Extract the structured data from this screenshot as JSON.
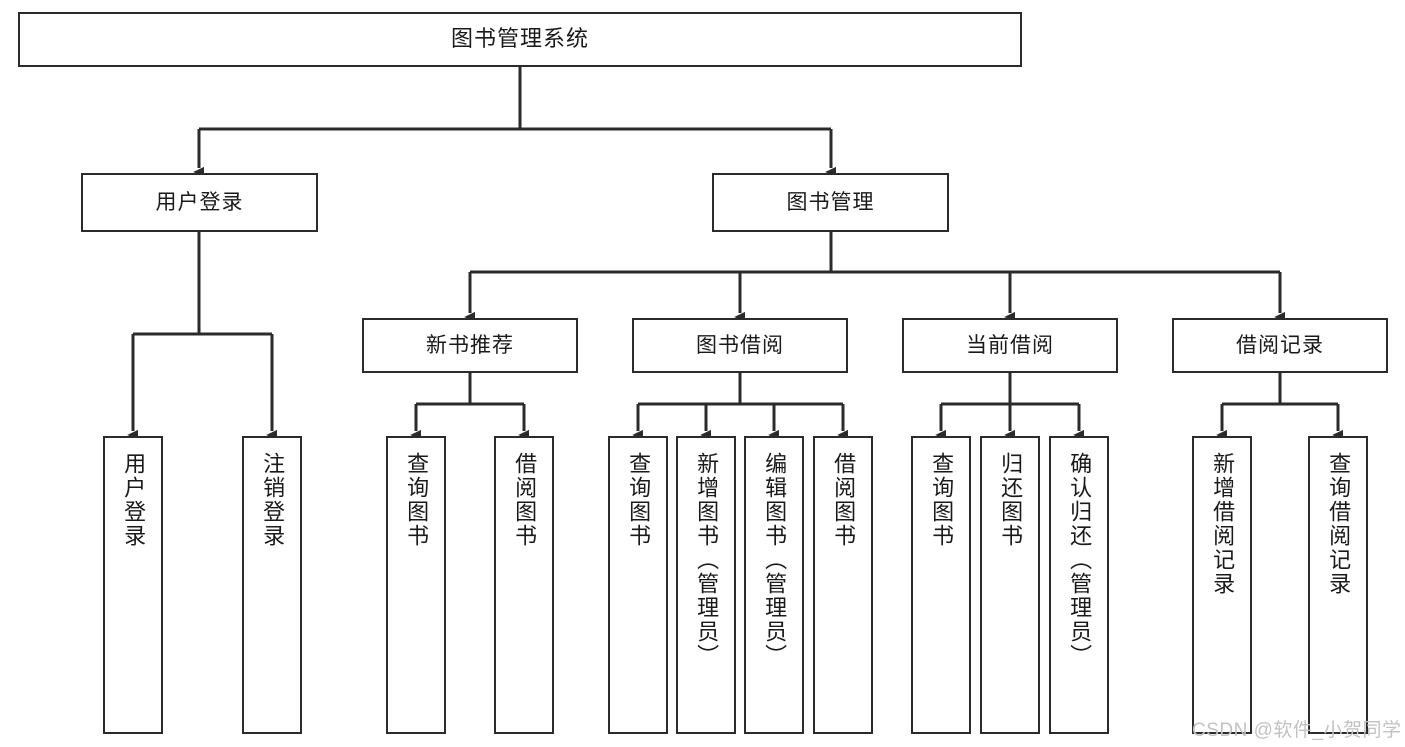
{
  "diagram": {
    "title": "图书管理系统",
    "type": "tree",
    "orientation": "top-down",
    "colors": {
      "box_border": "#2b2b2b",
      "box_fill": "#ffffff",
      "edge": "#2b2b2b",
      "text": "#1a1a1a",
      "watermark": "#c2c2c2",
      "background": "#ffffff"
    }
  },
  "nodes": {
    "root": {
      "label": "图书管理系统",
      "level": 1,
      "orientation": "horizontal"
    },
    "l2": [
      {
        "id": "user-login",
        "label": "用户登录",
        "level": 2,
        "orientation": "horizontal"
      },
      {
        "id": "book-manage",
        "label": "图书管理",
        "level": 2,
        "orientation": "horizontal"
      }
    ],
    "l3": [
      {
        "id": "new-book-rec",
        "label": "新书推荐",
        "level": 3,
        "orientation": "horizontal"
      },
      {
        "id": "book-borrow",
        "label": "图书借阅",
        "level": 3,
        "orientation": "horizontal"
      },
      {
        "id": "current-borrow",
        "label": "当前借阅",
        "level": 3,
        "orientation": "horizontal"
      },
      {
        "id": "borrow-record",
        "label": "借阅记录",
        "level": 3,
        "orientation": "horizontal"
      }
    ],
    "leaves": [
      {
        "id": "leaf-user-login",
        "label": "用户登录",
        "parent": "user-login",
        "orientation": "vertical"
      },
      {
        "id": "leaf-logout",
        "label": "注销登录",
        "parent": "user-login",
        "orientation": "vertical"
      },
      {
        "id": "leaf-query-book-rec",
        "label": "查询图书",
        "parent": "new-book-rec",
        "orientation": "vertical"
      },
      {
        "id": "leaf-borrow-book-rec",
        "label": "借阅图书",
        "parent": "new-book-rec",
        "orientation": "vertical"
      },
      {
        "id": "leaf-query-book-borrow",
        "label": "查询图书",
        "parent": "book-borrow",
        "orientation": "vertical"
      },
      {
        "id": "leaf-add-book",
        "label": "新增图书（管理员）",
        "parent": "book-borrow",
        "orientation": "vertical"
      },
      {
        "id": "leaf-edit-book",
        "label": "编辑图书（管理员）",
        "parent": "book-borrow",
        "orientation": "vertical"
      },
      {
        "id": "leaf-borrow-book",
        "label": "借阅图书",
        "parent": "book-borrow",
        "orientation": "vertical"
      },
      {
        "id": "leaf-query-book-cur",
        "label": "查询图书",
        "parent": "current-borrow",
        "orientation": "vertical"
      },
      {
        "id": "leaf-return-book",
        "label": "归还图书",
        "parent": "current-borrow",
        "orientation": "vertical"
      },
      {
        "id": "leaf-confirm-return",
        "label": "确认归还（管理员）",
        "parent": "current-borrow",
        "orientation": "vertical"
      },
      {
        "id": "leaf-add-record",
        "label": "新增借阅记录",
        "parent": "borrow-record",
        "orientation": "vertical"
      },
      {
        "id": "leaf-query-record",
        "label": "查询借阅记录",
        "parent": "borrow-record",
        "orientation": "vertical"
      }
    ]
  },
  "watermark": {
    "text": "CSDN @软件_小贺同学"
  }
}
